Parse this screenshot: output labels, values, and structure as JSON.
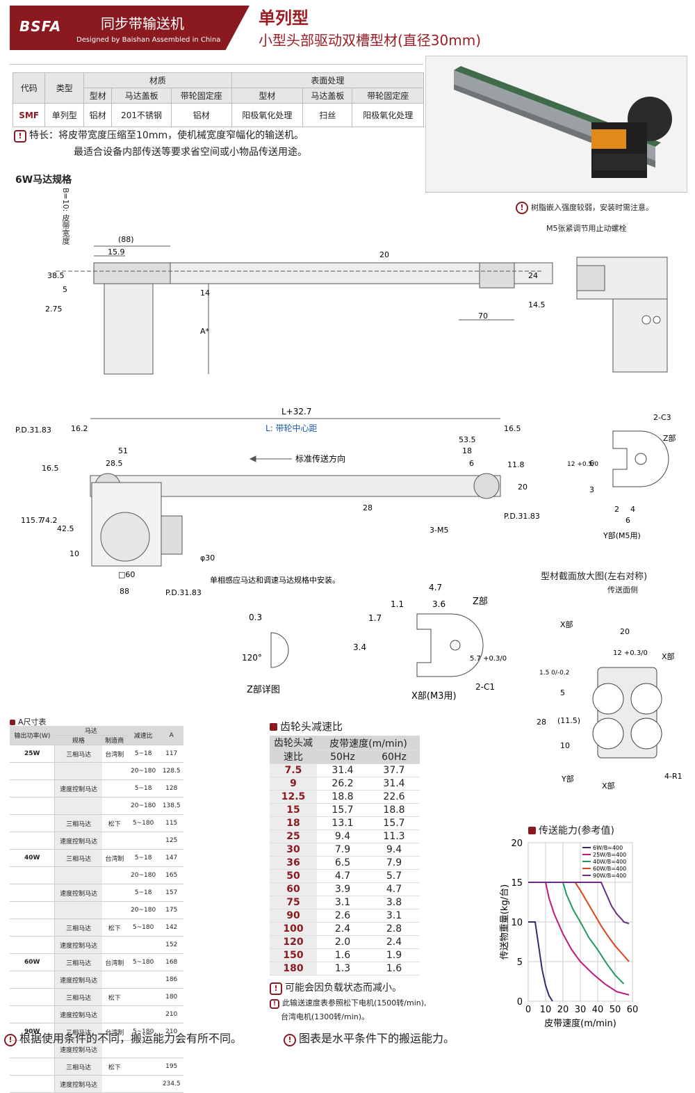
{
  "header": {
    "logo": "BSFA",
    "title": "同步带输送机",
    "subtitle": "Designed by Baishan Assembled in China",
    "product_title": "单列型",
    "product_subtitle": "小型头部驱动双槽型材(直径30mm)"
  },
  "material_table": {
    "col_code": "代码",
    "col_type": "类型",
    "group_material": "材质",
    "group_surface": "表面处理",
    "sub_headers": [
      "型材",
      "马达盖板",
      "带轮固定座",
      "型材",
      "马达盖板",
      "带轮固定座"
    ],
    "row": {
      "code": "SMF",
      "type": "单列型",
      "values": [
        "铝材",
        "201不锈钢",
        "铝材",
        "阳极氧化处理",
        "扫丝",
        "阳极氧化处理"
      ]
    }
  },
  "features": {
    "label": "特长：",
    "line1": "将皮带宽度压缩至10mm，使机械宽度窄幅化的输送机。",
    "line2": "最适合设备内部传送等要求省空间或小物品传送用途。"
  },
  "photo_labels": {
    "warning": "树脂嵌入强度较弱，安装时需注意。",
    "screw": "M5张紧调节用止动螺栓"
  },
  "drawing1": {
    "title": "6W马达规格",
    "belt_width_label": "B=10: 皮带宽度",
    "dims": [
      "(88)",
      "15.9",
      "38.5",
      "5",
      "2.75",
      "14",
      "A*",
      "20",
      "24",
      "14.5",
      "70"
    ]
  },
  "drawing2": {
    "top_dim": "L+32.7",
    "center_label": "L: 带轮中心距",
    "direction": "标准传送方向",
    "pd": "P.D.31.83",
    "dims_left": [
      "16.2",
      "51",
      "28.5",
      "16.5",
      "115.7",
      "74.2",
      "42.5",
      "10",
      "□60",
      "88"
    ],
    "dims_right": [
      "16.5",
      "53.5",
      "18",
      "6",
      "11.8",
      "20",
      "28",
      "3-M5"
    ],
    "motor_dia": "φ30",
    "motor_note": "单相感应马达和调速马达规格中安装。"
  },
  "y_detail": {
    "labels": [
      "2-C3",
      "Z部",
      "12 +0.5/0",
      "6",
      "3",
      "2",
      "4",
      "6"
    ],
    "title": "Y部(M5用)"
  },
  "z_detail": {
    "labels": [
      "0.3",
      "120°"
    ],
    "title": "Z部详图"
  },
  "x_detail": {
    "labels": [
      "4.7",
      "1.1",
      "3.6",
      "Z部",
      "1.7",
      "3.4",
      "5.7 +0.3/0",
      "2-C1"
    ],
    "title": "X部(M3用)"
  },
  "profile": {
    "title": "型材截面放大图(左右对称)",
    "side": "传送面侧",
    "labels": [
      "20",
      "12 +0.3/0",
      "X部",
      "X部",
      "1.5 0/-0.2",
      "5",
      "(11.5)",
      "28",
      "10",
      "Y部",
      "X部",
      "4-R1"
    ]
  },
  "a_table": {
    "title": "A尺寸表",
    "headers": {
      "power": "输出功率(W)",
      "motor": "马达",
      "spec": "规格",
      "maker": "制造商",
      "ratio": "减速比",
      "a": "A"
    },
    "rows": [
      {
        "power": "25W",
        "spec": "三相马达",
        "maker": "台湾制",
        "ratio": "5~18",
        "a": "117"
      },
      {
        "power": "",
        "spec": "",
        "maker": "",
        "ratio": "20~180",
        "a": "128.5"
      },
      {
        "power": "",
        "spec": "速度控制马达",
        "maker": "",
        "ratio": "5~18",
        "a": "128"
      },
      {
        "power": "",
        "spec": "",
        "maker": "",
        "ratio": "20~180",
        "a": "138.5"
      },
      {
        "power": "",
        "spec": "三相马达",
        "maker": "松下",
        "ratio": "5~180",
        "a": "115"
      },
      {
        "power": "",
        "spec": "速度控制马达",
        "maker": "",
        "ratio": "",
        "a": "125"
      },
      {
        "power": "40W",
        "spec": "三相马达",
        "maker": "台湾制",
        "ratio": "5~18",
        "a": "147"
      },
      {
        "power": "",
        "spec": "",
        "maker": "",
        "ratio": "20~180",
        "a": "165"
      },
      {
        "power": "",
        "spec": "速度控制马达",
        "maker": "",
        "ratio": "5~18",
        "a": "157"
      },
      {
        "power": "",
        "spec": "",
        "maker": "",
        "ratio": "20~180",
        "a": "175"
      },
      {
        "power": "",
        "spec": "三相马达",
        "maker": "松下",
        "ratio": "5~180",
        "a": "142"
      },
      {
        "power": "",
        "spec": "速度控制马达",
        "maker": "",
        "ratio": "",
        "a": "152"
      },
      {
        "power": "60W",
        "spec": "三相马达",
        "maker": "台湾制",
        "ratio": "5~180",
        "a": "168"
      },
      {
        "power": "",
        "spec": "速度控制马达",
        "maker": "",
        "ratio": "",
        "a": "186"
      },
      {
        "power": "",
        "spec": "三相马达",
        "maker": "松下",
        "ratio": "",
        "a": "180"
      },
      {
        "power": "",
        "spec": "速度控制马达",
        "maker": "",
        "ratio": "",
        "a": "210"
      },
      {
        "power": "90W",
        "spec": "三相马达",
        "maker": "台湾制",
        "ratio": "5~180",
        "a": "210"
      },
      {
        "power": "",
        "spec": "速度控制马达",
        "maker": "",
        "ratio": "",
        "a": ""
      },
      {
        "power": "",
        "spec": "三相马达",
        "maker": "松下",
        "ratio": "",
        "a": "195"
      },
      {
        "power": "",
        "spec": "速度控制马达",
        "maker": "",
        "ratio": "",
        "a": "234.5"
      }
    ]
  },
  "gear_table": {
    "title": "齿轮头减速比",
    "h_ratio": "齿轮头减速比",
    "h_speed": "皮带速度(m/min)",
    "h_50": "50Hz",
    "h_60": "60Hz",
    "rows": [
      [
        "7.5",
        "31.4",
        "37.7"
      ],
      [
        "9",
        "26.2",
        "31.4"
      ],
      [
        "12.5",
        "18.8",
        "22.6"
      ],
      [
        "15",
        "15.7",
        "18.8"
      ],
      [
        "18",
        "13.1",
        "15.7"
      ],
      [
        "25",
        "9.4",
        "11.3"
      ],
      [
        "30",
        "7.9",
        "9.4"
      ],
      [
        "36",
        "6.5",
        "7.9"
      ],
      [
        "50",
        "4.7",
        "5.7"
      ],
      [
        "60",
        "3.9",
        "4.7"
      ],
      [
        "75",
        "3.1",
        "3.8"
      ],
      [
        "90",
        "2.6",
        "3.1"
      ],
      [
        "100",
        "2.4",
        "2.8"
      ],
      [
        "120",
        "2.0",
        "2.4"
      ],
      [
        "150",
        "1.6",
        "1.9"
      ],
      [
        "180",
        "1.3",
        "1.6"
      ]
    ],
    "note1": "可能会因负载状态而减小。",
    "note2": "此输送速度表参照松下电机(1500转/min),",
    "note3": "台湾电机(1300转/min)。"
  },
  "chart_data": {
    "type": "line",
    "title": "传送能力(参考值)",
    "xlabel": "皮带速度(m/min)",
    "ylabel": "传送物重量(kg/台)",
    "xlim": [
      0,
      60
    ],
    "ylim": [
      0,
      20
    ],
    "xticks": [
      "0",
      "10",
      "20",
      "30",
      "40",
      "50",
      "60"
    ],
    "yticks": [
      "0",
      "5",
      "10",
      "15",
      "20"
    ],
    "series": [
      {
        "name": "6W/B=400",
        "color": "#2b2f6e",
        "x": [
          0,
          4,
          6,
          8,
          10,
          12,
          14
        ],
        "y": [
          10,
          10,
          7,
          4,
          2,
          0.7,
          0
        ]
      },
      {
        "name": "25W/B=400",
        "color": "#c2187a",
        "x": [
          0,
          10,
          12,
          15,
          20,
          25,
          30,
          37,
          44,
          51,
          58
        ],
        "y": [
          15,
          15,
          13,
          11,
          8.5,
          6.5,
          5,
          3.5,
          2.2,
          1.2,
          0.8
        ]
      },
      {
        "name": "40W/B=400",
        "color": "#1d9a5c",
        "x": [
          0,
          20,
          22,
          26,
          30,
          35,
          40,
          45,
          50,
          55
        ],
        "y": [
          15,
          15,
          13.5,
          11.5,
          10,
          8,
          6.5,
          4.8,
          3.3,
          2.2
        ]
      },
      {
        "name": "60W/B=400",
        "color": "#e0401e",
        "x": [
          0,
          27,
          30,
          34,
          38,
          42,
          46,
          50,
          54,
          58
        ],
        "y": [
          15,
          15,
          14,
          12.5,
          11,
          9.5,
          8.2,
          7,
          6,
          5
        ]
      },
      {
        "name": "90W/B=400",
        "color": "#6b2a84",
        "x": [
          0,
          42,
          45,
          48,
          51,
          54,
          55,
          58
        ],
        "y": [
          15,
          15,
          13.5,
          12,
          11,
          10.3,
          10,
          9.8
        ]
      }
    ],
    "legend_position": "top-right"
  },
  "footer": {
    "note1": "根据使用条件的不同，搬运能力会有所不同。",
    "note2": "图表是水平条件下的搬运能力。"
  }
}
